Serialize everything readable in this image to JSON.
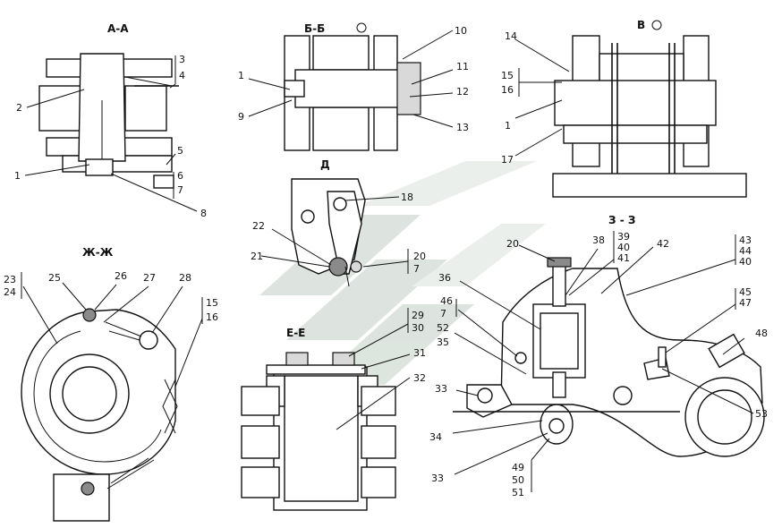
{
  "sections": {
    "aa": "А-А",
    "bb": "Б-Б",
    "v": "В",
    "d": "Д",
    "zz": "З - З",
    "zhzh": "Ж-Ж",
    "ee": "Е-Е"
  },
  "callouts": {
    "aa": [
      "3",
      "4",
      "2",
      "5",
      "1",
      "6",
      "7",
      "8"
    ],
    "bb": [
      "10",
      "1",
      "11",
      "12",
      "9",
      "13"
    ],
    "v": [
      "14",
      "15",
      "16",
      "1",
      "17"
    ],
    "d": [
      "18",
      "22",
      "21",
      "20",
      "7"
    ],
    "zz": [
      "20",
      "38",
      "39",
      "40",
      "41",
      "42",
      "43",
      "44",
      "40",
      "36",
      "46",
      "7",
      "45",
      "47",
      "52",
      "35",
      "48",
      "33",
      "34",
      "53",
      "33",
      "49",
      "50",
      "51"
    ],
    "zhzh": [
      "23",
      "24",
      "25",
      "26",
      "27",
      "28",
      "15",
      "16"
    ],
    "ee": [
      "29",
      "30",
      "31",
      "32"
    ]
  }
}
